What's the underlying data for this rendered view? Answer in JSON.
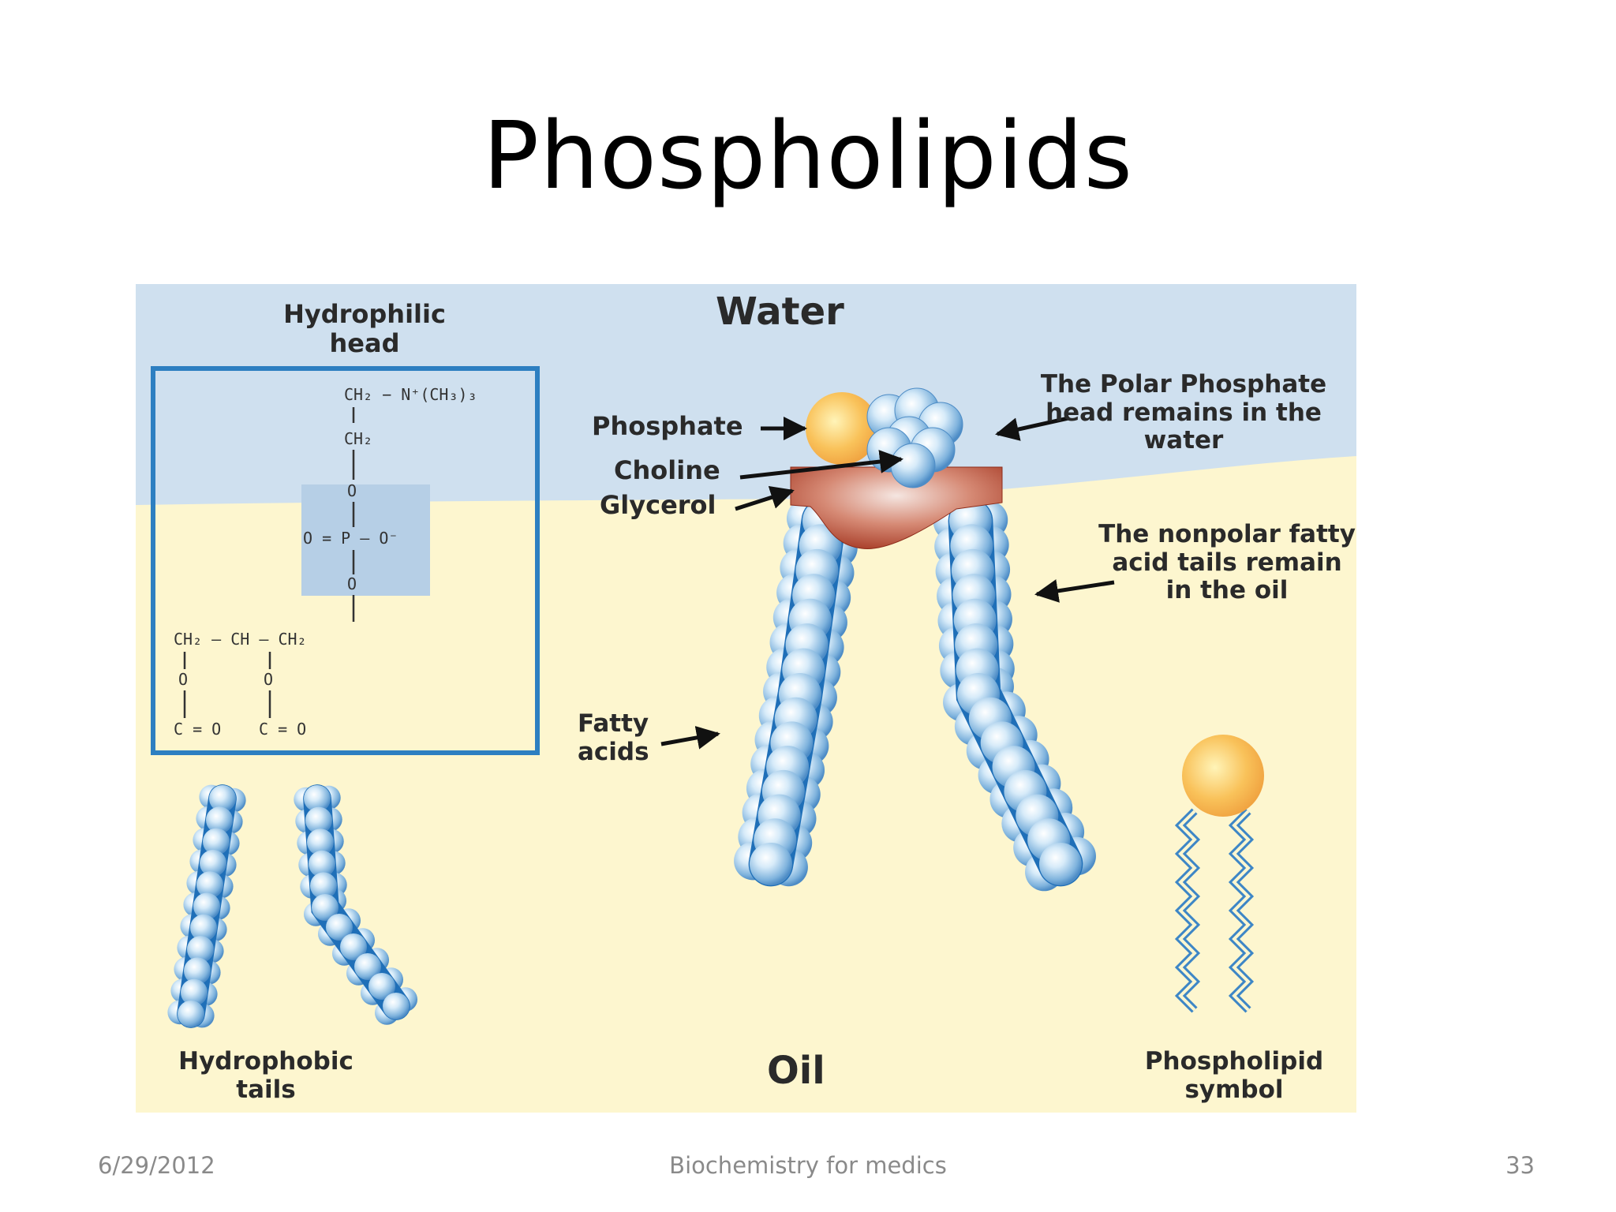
{
  "slide": {
    "title": "Phospholipids"
  },
  "diagram": {
    "region_top": "Water",
    "region_bottom": "Oil",
    "head_label": "Hydrophilic head",
    "tails_label": "Hydrophobic tails",
    "phosphate_label": "Phosphate",
    "choline_label": "Choline",
    "glycerol_label": "Glycerol",
    "fatty_acids_label": "Fatty acids",
    "polar_note": "The Polar Phosphate head remains in the water",
    "nonpolar_note": "The nonpolar fatty acid tails remain in the oil",
    "symbol_label": "Phospholipid symbol",
    "structure": {
      "choline_group": "CH₂ − N⁺(CH₃)₃",
      "ch2": "CH₂",
      "o": "O",
      "phosphate_group": "O = P — O⁻",
      "glycerol_backbone": "CH₂ — CH — CH₂",
      "carbonyl": "C = O"
    },
    "colors": {
      "water": "#cfe0ef",
      "oil": "#fdf6cf",
      "box_border": "#2d7fc1",
      "phosphate_box": "#b6cfe6",
      "bead_core": "#1f6fb8",
      "glycerol": "#b8432e",
      "phosphate_ball": "#f6b94a"
    }
  },
  "footer": {
    "date": "6/29/2012",
    "course": "Biochemistry for medics",
    "page": "33"
  }
}
